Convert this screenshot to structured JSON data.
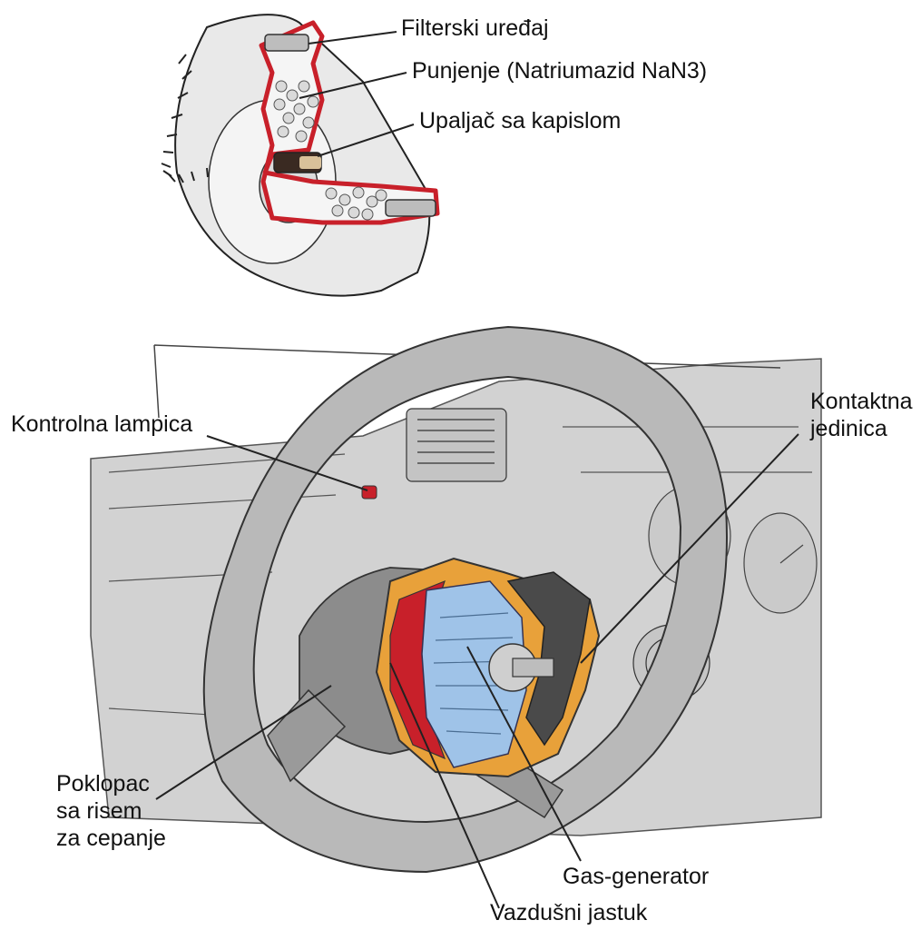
{
  "inflator_labels": {
    "filter": "Filterski uređaj",
    "charge": "Punjenje  (Natriumazid NaN3)",
    "igniter": "Upaljač sa kapislom"
  },
  "wheel_labels": {
    "warning_lamp": "Kontrolna lampica",
    "contact_unit_line1": "Kontaktna",
    "contact_unit_line2": "jedinica",
    "cover_line1": "Poklopac",
    "cover_line2": "sa risem",
    "cover_line3": "za cepanje",
    "gas_generator": "Gas-generator",
    "airbag": "Vazdušni jastuk"
  },
  "colors": {
    "cutaway_red": "#c8202a",
    "airbag_blue": "#9fc3e8",
    "housing_orange": "#e8a13a",
    "housing_dark": "#4a4a4a",
    "line_art": "#222222",
    "metal_grey": "#cfcfcf"
  }
}
